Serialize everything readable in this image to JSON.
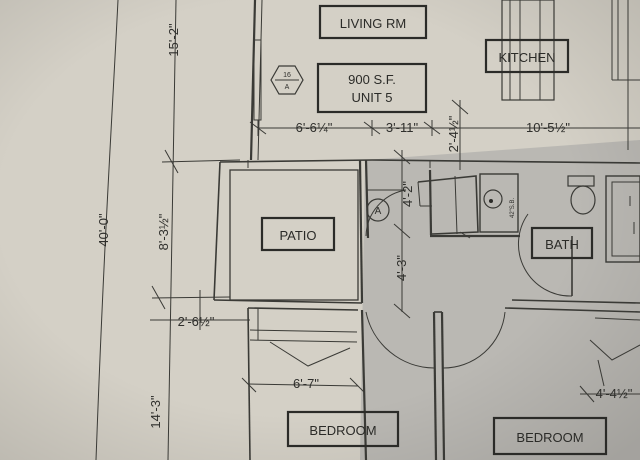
{
  "rooms": {
    "living": "LIVING RM",
    "kitchen": "KITCHEN",
    "area_line1": "900 S.F.",
    "area_line2": "UNIT 5",
    "patio": "PATIO",
    "bath": "BATH",
    "bedroom_left": "BEDROOM",
    "bedroom_right": "BEDROOM"
  },
  "markers": {
    "section_top": "16",
    "section_bottom": "A",
    "circle_a": "A",
    "fixture_note": "42\"S.B."
  },
  "dimensions": {
    "overall_height": "40'-0\"",
    "upper_height": "15'-2\"",
    "mid_height": "8'-3½\"",
    "lower_height": "14'-3\"",
    "patio_width": "6'-6¼\"",
    "hall_width": "3'-11\"",
    "kitchen_width": "10'-5½\"",
    "vertical_small": "2'-4½\"",
    "door_offset": "4'-2\"",
    "hall_depth": "4'-3\"",
    "closet_depth": "2'-6½\"",
    "bedroom_closet": "6'-7\"",
    "right_closet": "4'-4½\""
  },
  "colors": {
    "paper": "#d4d0c6",
    "shadow": "#b4b3ae",
    "ink": "#2b2b28"
  }
}
